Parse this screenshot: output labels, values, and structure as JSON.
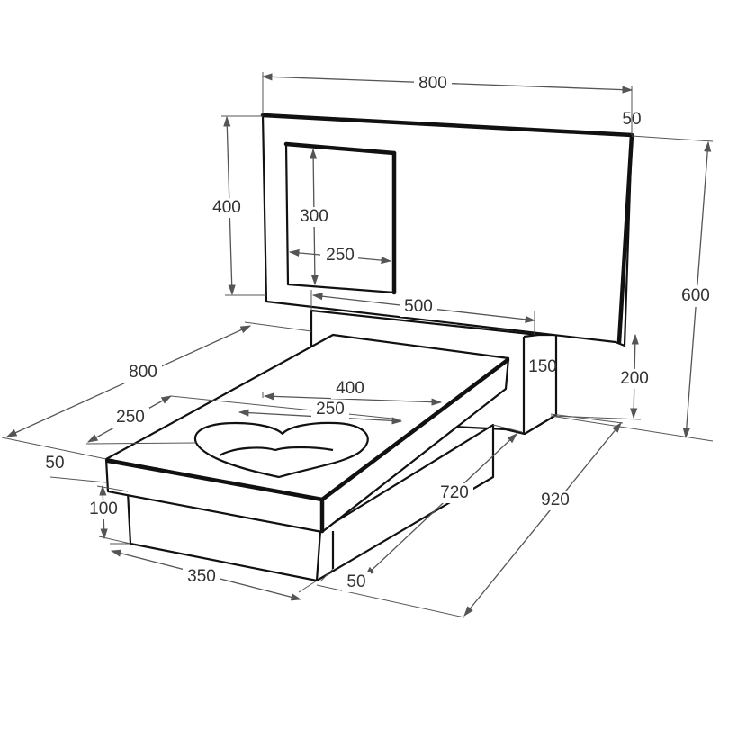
{
  "diagram": {
    "background": "#ffffff",
    "line_color": "#111111",
    "dimension_color": "#555555",
    "labels": {
      "headboard_width": "800",
      "headboard_thickness": "50",
      "headboard_height": "400",
      "window_height": "300",
      "window_width": "250",
      "total_height": "600",
      "step_width": "500",
      "step_depth": "150",
      "step_height": "200",
      "slab_length": "800",
      "slab_inner_width": "400",
      "heart_width": "250",
      "heart_offset": "250",
      "slab_thickness": "50",
      "base_height": "100",
      "base_width": "350",
      "base_length": "720",
      "base_inset": "50",
      "total_length": "920"
    }
  }
}
